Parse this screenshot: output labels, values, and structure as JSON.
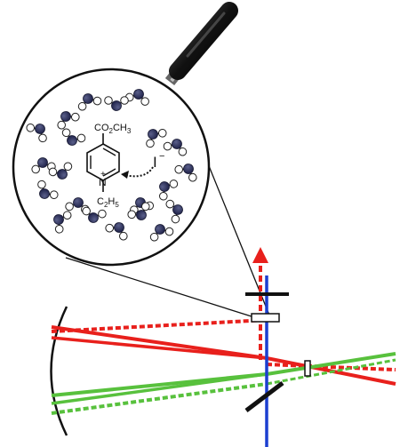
{
  "molecule": {
    "substituent_top": "CO",
    "substituent_top_sub": "2",
    "substituent_top_tail": "CH",
    "substituent_top_sub2": "3",
    "nitrogen": "N",
    "charge": "+",
    "substituent_bottom": "C",
    "substituent_bottom_sub1": "2",
    "substituent_bottom_tail": "H",
    "substituent_bottom_sub2": "5"
  },
  "counter_ion": {
    "symbol": "I",
    "charge": "−"
  },
  "colors": {
    "beam_red": "#e8201c",
    "beam_green": "#58c13d",
    "axis_blue": "#1c3fd0",
    "oxygen": "#1e2148",
    "hydrogen": "#ffffff",
    "outline": "#111111"
  },
  "icons": {
    "magnifier": "magnifying-glass-icon",
    "water": "water-molecule-icon"
  }
}
